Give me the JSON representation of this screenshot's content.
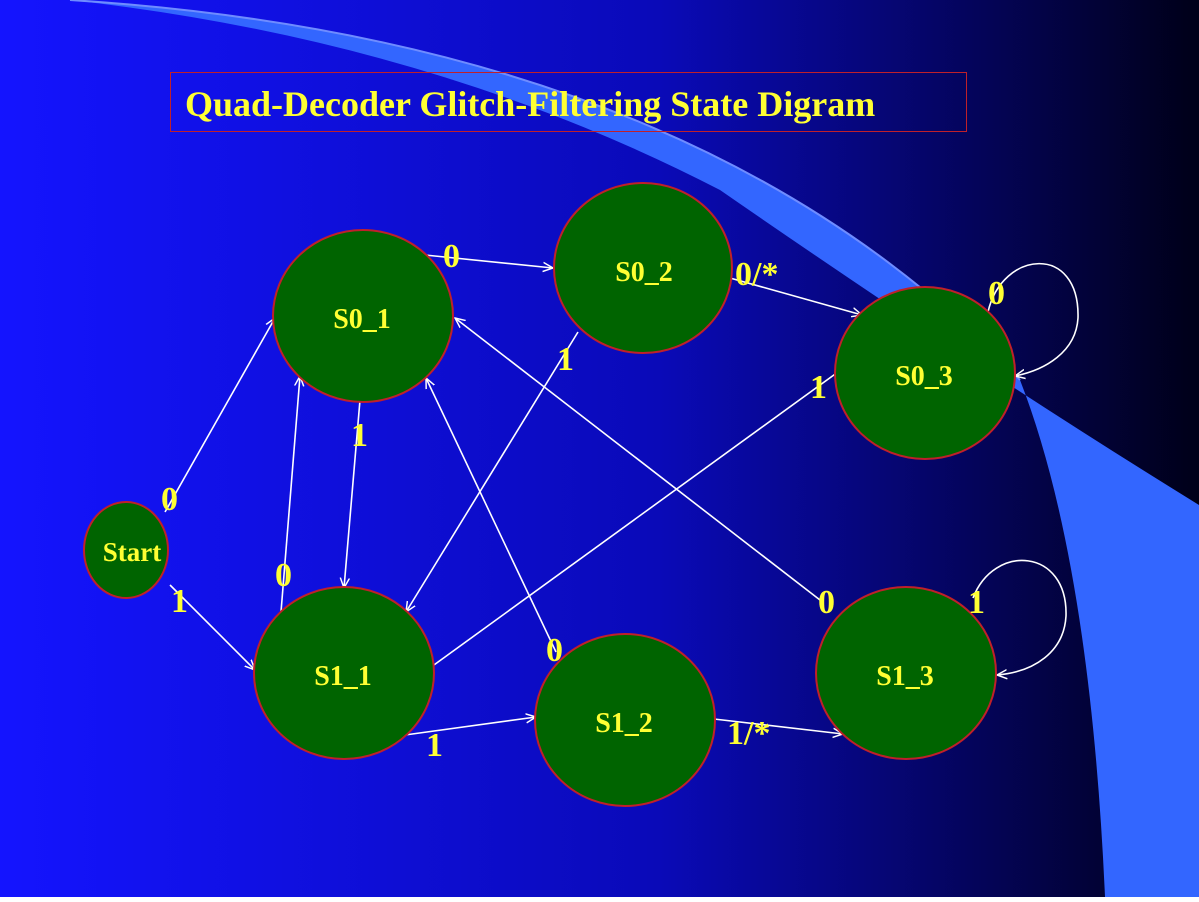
{
  "slide": {
    "title": "Quad-Decoder Glitch-Filtering State Digram"
  },
  "colors": {
    "background_left": "#1414ff",
    "background_right": "#000018",
    "accent_band": "#3366ff",
    "node_fill": "#006400",
    "node_border": "#c0202a",
    "arrow": "#ffffff",
    "text": "#ffff33"
  },
  "states": [
    {
      "id": "start",
      "label": "Start"
    },
    {
      "id": "s0_1",
      "label": "S0_1"
    },
    {
      "id": "s0_2",
      "label": "S0_2"
    },
    {
      "id": "s0_3",
      "label": "S0_3"
    },
    {
      "id": "s1_1",
      "label": "S1_1"
    },
    {
      "id": "s1_2",
      "label": "S1_2"
    },
    {
      "id": "s1_3",
      "label": "S1_3"
    }
  ],
  "transitions": [
    {
      "from": "Start",
      "to": "S0_1",
      "label": "0"
    },
    {
      "from": "Start",
      "to": "S1_1",
      "label": "1"
    },
    {
      "from": "S0_1",
      "to": "S0_2",
      "label": "0"
    },
    {
      "from": "S0_1",
      "to": "S1_1",
      "label": "1"
    },
    {
      "from": "S0_2",
      "to": "S0_3",
      "label": "0/*"
    },
    {
      "from": "S0_2",
      "to": "S1_1",
      "label": "1"
    },
    {
      "from": "S0_3",
      "to": "S0_3",
      "label": "0"
    },
    {
      "from": "S0_3",
      "to": "S1_1",
      "label": "1"
    },
    {
      "from": "S1_1",
      "to": "S0_1",
      "label": "0"
    },
    {
      "from": "S1_1",
      "to": "S1_2",
      "label": "1"
    },
    {
      "from": "S1_2",
      "to": "S0_1",
      "label": "0"
    },
    {
      "from": "S1_2",
      "to": "S1_3",
      "label": "1/*"
    },
    {
      "from": "S1_3",
      "to": "S1_3",
      "label": "1"
    },
    {
      "from": "S1_3",
      "to": "S0_1",
      "label": "0"
    }
  ]
}
